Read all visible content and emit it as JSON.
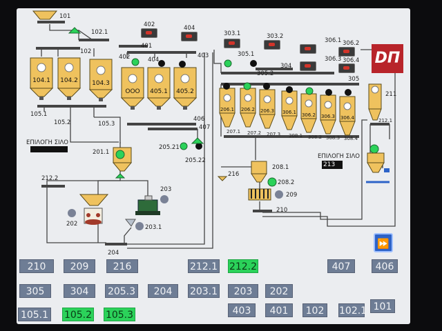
{
  "labels": {
    "l101": "101",
    "l102_1": "102.1",
    "l102": "102",
    "l401": "401",
    "l402": "402",
    "l402b": "402",
    "l404": "404",
    "l404b": "404",
    "l403": "403",
    "l105_1": "105.1",
    "l105_2": "105.2",
    "l105_3": "105.3",
    "l406": "406",
    "l407": "407",
    "l201_1": "201.1",
    "l205_21": "205.21",
    "l205_22": "205.22",
    "l212_2": "212.2",
    "l202": "202",
    "l203": "203",
    "l203_1": "203.1",
    "l204": "204",
    "l303_1": "303.1",
    "l303_2": "303.2",
    "l305_1": "305.1",
    "l304": "304",
    "l305_2": "305.2",
    "l305": "305",
    "l306_1": "306.1",
    "l306_2": "306.2",
    "l306_3": "306.3",
    "l306_4": "306.4",
    "l208_1": "208.1",
    "l208_2": "208.2",
    "l209": "209",
    "l216": "216",
    "l210": "210",
    "l211": "211",
    "l212_1": "212.1",
    "l207_1": "207.1",
    "l207_2": "207.2",
    "l207_3": "207.3",
    "l308_1": "308.1",
    "l308_2": "308.2",
    "l308_3": "308.3",
    "l308_4": "308.4",
    "lgr1": "ΕΠΙΛΟΓΗ ΣΙΛΟ",
    "lgr2": "ΕΠΙΛΟΓΗ ΣΙΛΟ",
    "sel213": "213"
  },
  "silos": {
    "s104_1": "104.1",
    "s104_2": "104.2",
    "s104_3": "104.3",
    "s000": "OOO",
    "s405_1": "405.1",
    "s405_2": "405.2",
    "s206_1": "206.1",
    "s206_2": "206.2",
    "s206_3": "206.3",
    "s306_1": "306.1",
    "s306_2": "306.2",
    "s306_3": "306.3",
    "s306_4": "306.4"
  },
  "logo": "DΠ",
  "ff": "⏩",
  "buttons": [
    {
      "label": "210",
      "active": false
    },
    {
      "label": "209",
      "active": false
    },
    {
      "label": "216",
      "active": false
    },
    {
      "label": "212.1",
      "active": false
    },
    {
      "label": "212.2",
      "active": true
    },
    {
      "label": "407",
      "active": false
    },
    {
      "label": "406",
      "active": false
    },
    {
      "label": "305",
      "active": false
    },
    {
      "label": "304",
      "active": false
    },
    {
      "label": "205.3",
      "active": false
    },
    {
      "label": "204",
      "active": false
    },
    {
      "label": "203.1",
      "active": false
    },
    {
      "label": "203",
      "active": false
    },
    {
      "label": "202",
      "active": false
    },
    {
      "label": "105.1",
      "active": false
    },
    {
      "label": "105.2",
      "active": true
    },
    {
      "label": "105.3",
      "active": true
    },
    {
      "label": "403",
      "active": false
    },
    {
      "label": "401",
      "active": false
    },
    {
      "label": "102",
      "active": false
    },
    {
      "label": "102.1",
      "active": false
    },
    {
      "label": "101",
      "active": false
    }
  ],
  "colors": {
    "silo": "#efc25e",
    "active": "#2bd25a",
    "button": "#6e7d95",
    "lamp": "#d2342a"
  }
}
